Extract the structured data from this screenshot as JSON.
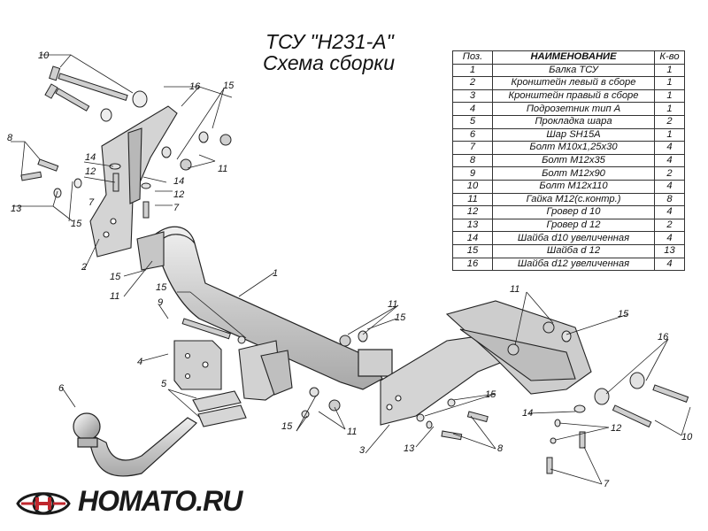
{
  "title_line1": "ТСУ \"H231-A\"",
  "title_line2": "Схема сборки",
  "parts_table": {
    "headers": [
      "Поз.",
      "НАИМЕНОВАНИЕ",
      "К-во"
    ],
    "rows": [
      [
        "1",
        "Балка ТСУ",
        "1"
      ],
      [
        "2",
        "Кронштейн левый в сборе",
        "1"
      ],
      [
        "3",
        "Кронштейн правый в сборе",
        "1"
      ],
      [
        "4",
        "Подрозетник тип А",
        "1"
      ],
      [
        "5",
        "Прокладка шара",
        "2"
      ],
      [
        "6",
        "Шар SH15A",
        "1"
      ],
      [
        "7",
        "Болт М10х1,25х30",
        "4"
      ],
      [
        "8",
        "Болт М12х35",
        "4"
      ],
      [
        "9",
        "Болт М12х90",
        "2"
      ],
      [
        "10",
        "Болт М12х110",
        "4"
      ],
      [
        "11",
        "Гайка М12(с.контр.)",
        "8"
      ],
      [
        "12",
        "Гровер d 10",
        "4"
      ],
      [
        "13",
        "Гровер d 12",
        "2"
      ],
      [
        "14",
        "Шайба d10 увеличенная",
        "4"
      ],
      [
        "15",
        "Шайба d 12",
        "13"
      ],
      [
        "16",
        "Шайба d12 увеличенная",
        "4"
      ]
    ]
  },
  "callouts": [
    "1",
    "2",
    "3",
    "4",
    "5",
    "6",
    "7",
    "8",
    "9",
    "10",
    "11",
    "12",
    "13",
    "14",
    "15",
    "16"
  ],
  "logo": {
    "text": "HOMATO.RU",
    "brand_color": "#c0272d"
  },
  "colors": {
    "line": "#222222",
    "part_fill": "#d8d8d8"
  }
}
